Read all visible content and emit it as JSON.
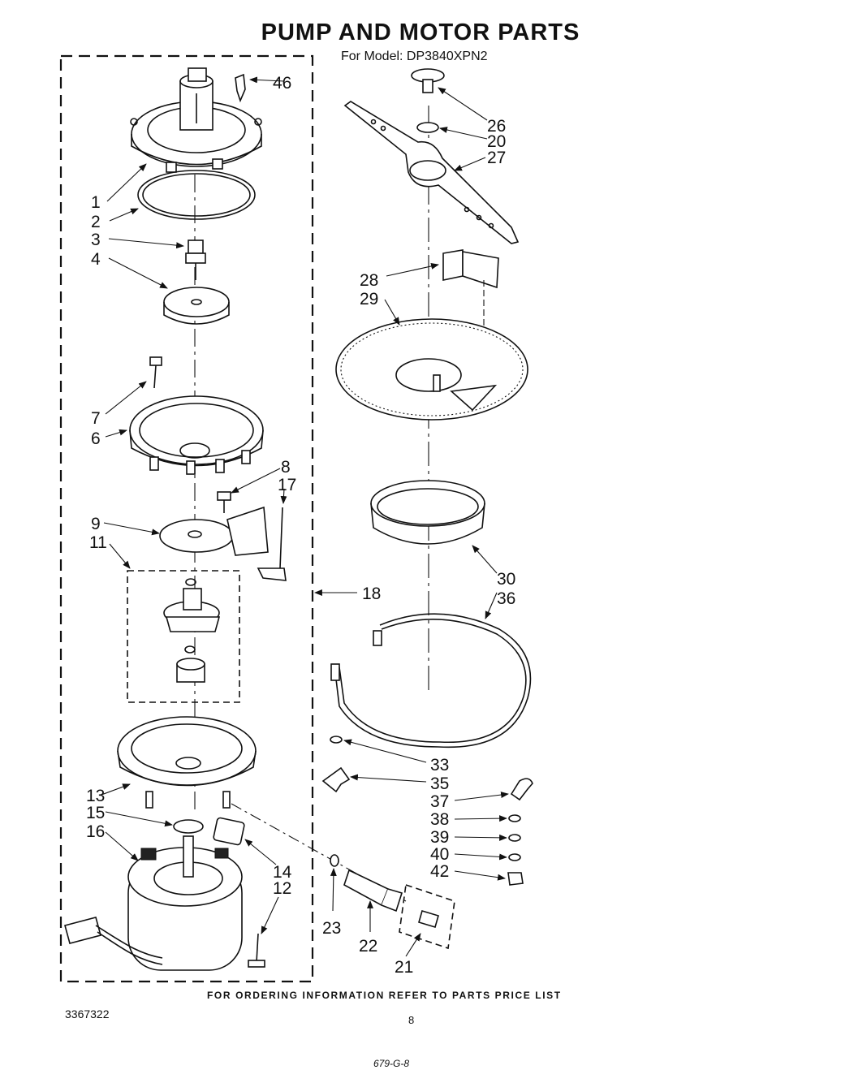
{
  "title": "PUMP AND MOTOR PARTS",
  "model_line": "For Model: DP3840XPN2",
  "footer_note": "FOR ORDERING INFORMATION REFER TO PARTS PRICE LIST",
  "doc_number": "3367322",
  "page_number": "8",
  "revision_code": "679-G-8",
  "callouts": {
    "c1": "1",
    "c2": "2",
    "c3": "3",
    "c4": "4",
    "c6": "6",
    "c7": "7",
    "c8": "8",
    "c9": "9",
    "c11": "11",
    "c12": "12",
    "c13": "13",
    "c14": "14",
    "c15": "15",
    "c16": "16",
    "c17": "17",
    "c18": "18",
    "c20": "20",
    "c21": "21",
    "c22": "22",
    "c23": "23",
    "c26": "26",
    "c27": "27",
    "c28": "28",
    "c29": "29",
    "c30": "30",
    "c33": "33",
    "c35": "35",
    "c36": "36",
    "c37": "37",
    "c38": "38",
    "c39": "39",
    "c40": "40",
    "c42": "42",
    "c46": "46"
  }
}
